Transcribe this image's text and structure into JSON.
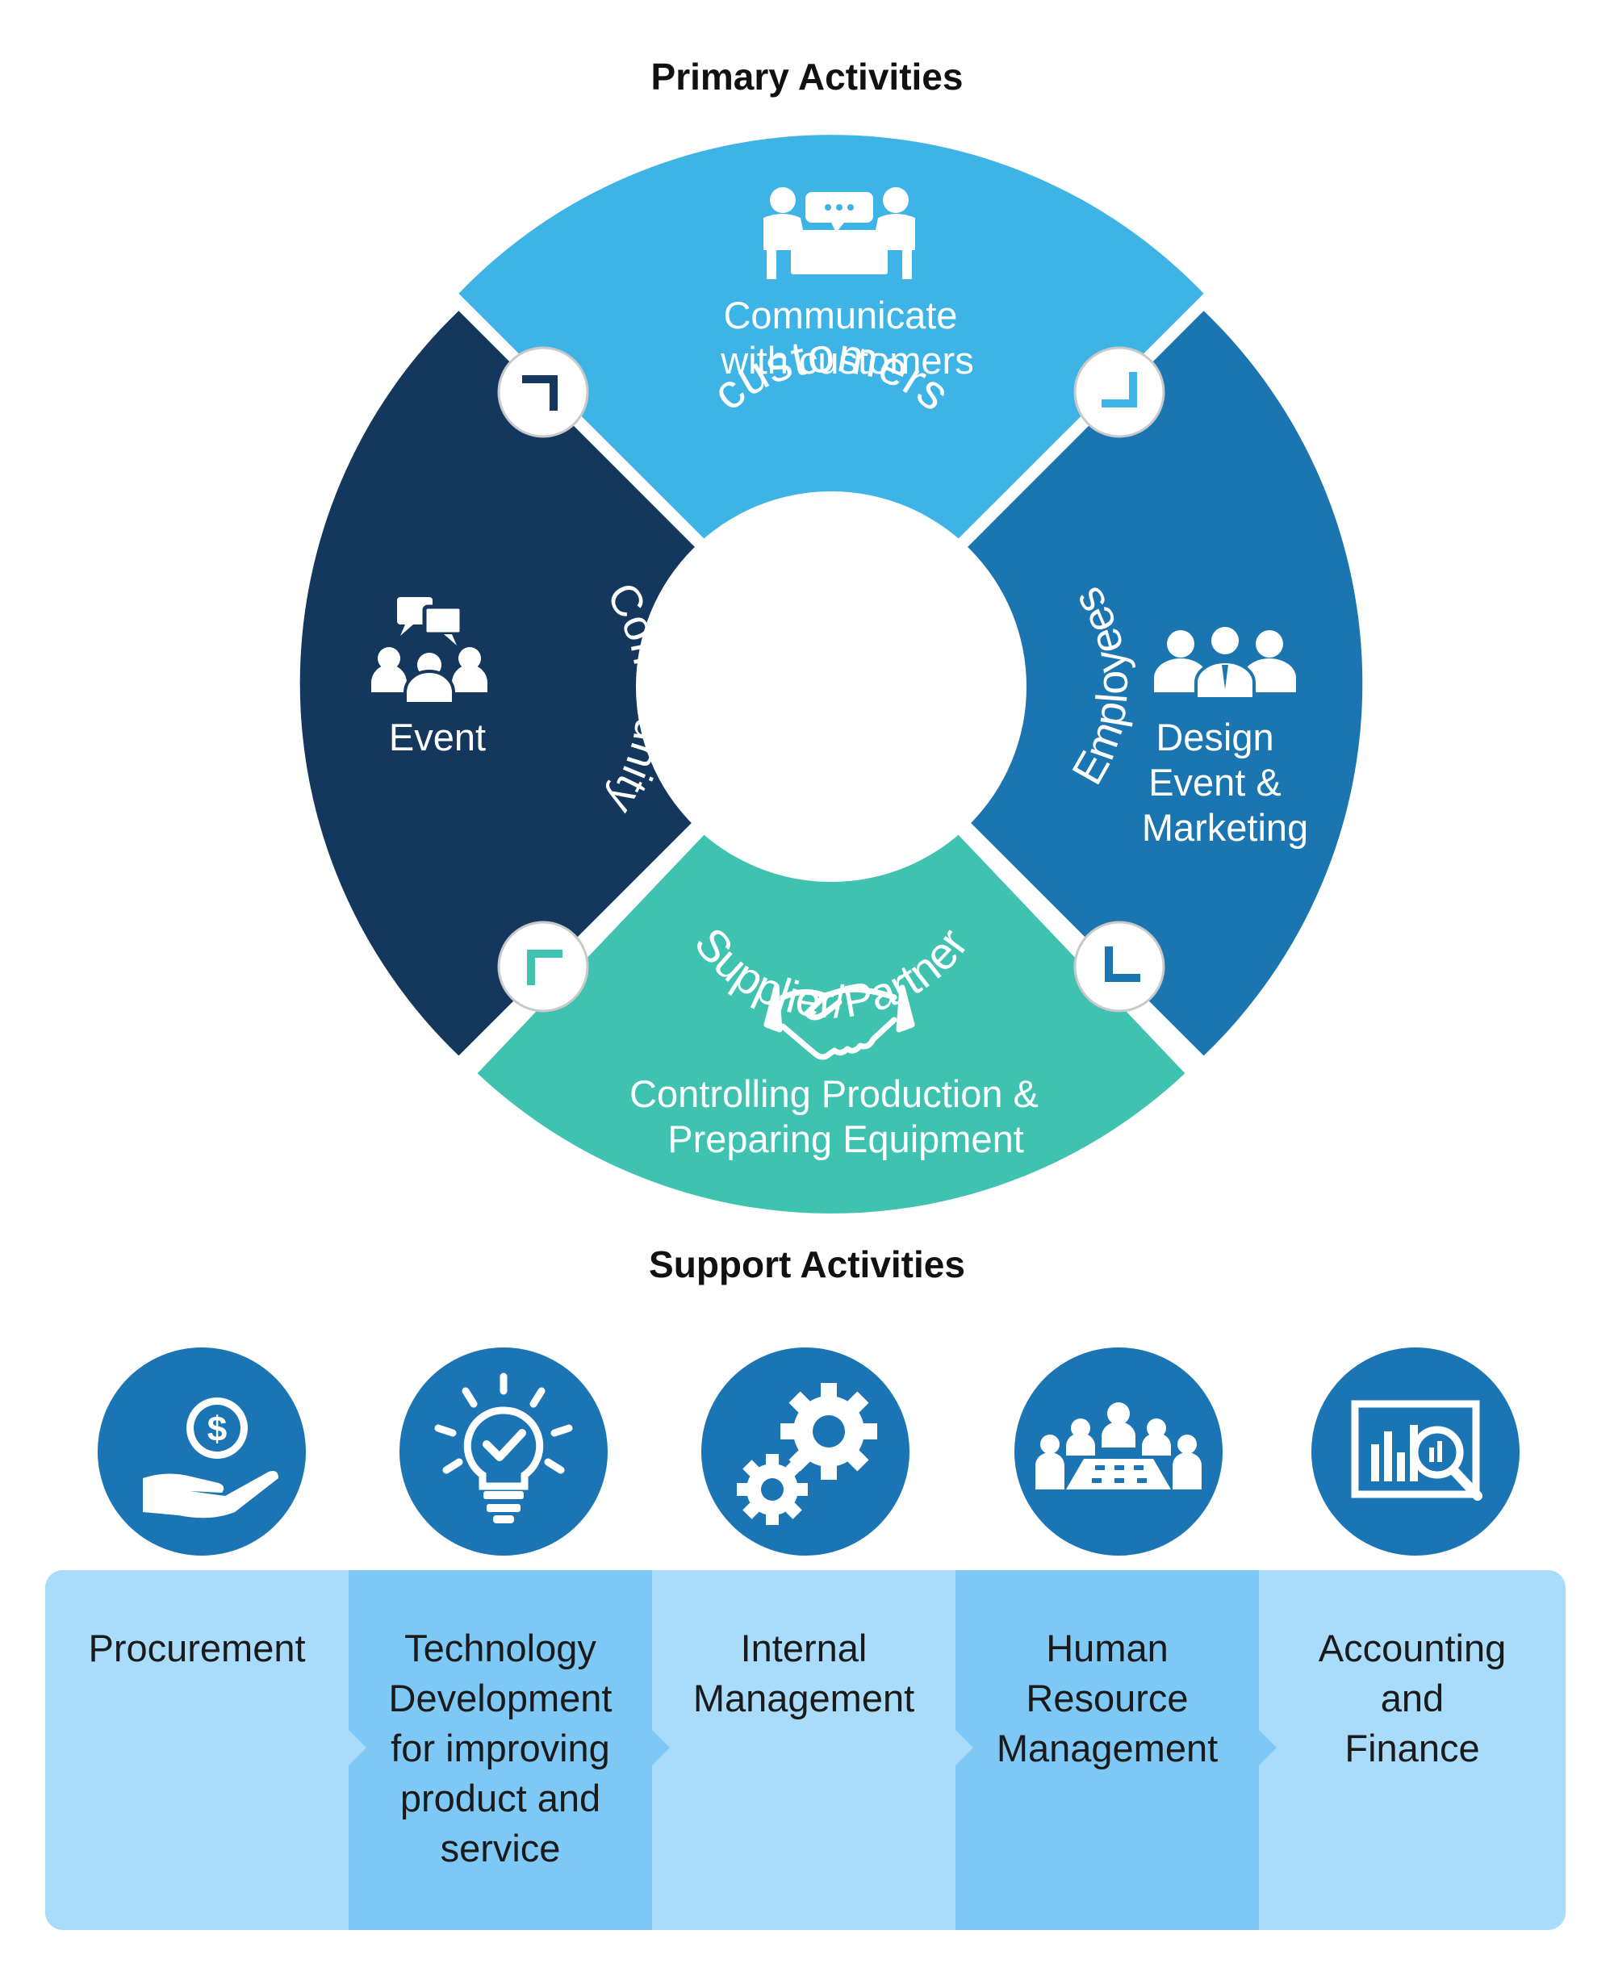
{
  "primary": {
    "title": "Primary Activities",
    "segments": {
      "top": {
        "line1": "Communicate",
        "line2": "with customers",
        "ring_label": "customers",
        "icon": "meeting-icon",
        "color": "#3eb4e6"
      },
      "left": {
        "line1": "Event",
        "ring_label": "Community",
        "icon": "community-chat-icon",
        "color": "#14375d"
      },
      "right": {
        "line1": "Design",
        "line2": "Event &",
        "line3": "Marketing",
        "ring_label": "Employees",
        "icon": "employees-icon",
        "color": "#1b75b1"
      },
      "bottom": {
        "line1": "Controlling Production &",
        "line2": "Preparing Equipment",
        "ring_label": "Supplier/Partner",
        "icon": "handshake-icon",
        "color": "#3fc3b0"
      }
    }
  },
  "support": {
    "title": "Support Activities",
    "items": [
      {
        "label": "Procurement",
        "icon": "money-hand-icon"
      },
      {
        "label": "Technology\nDevelopment\nfor improving\nproduct and\nservice",
        "icon": "lightbulb-icon"
      },
      {
        "label": "Internal\nManagement",
        "icon": "gears-icon"
      },
      {
        "label": "Human\nResource\nManagement",
        "icon": "team-meeting-icon"
      },
      {
        "label": "Accounting\nand\nFinance",
        "icon": "chart-magnifier-icon"
      }
    ]
  }
}
